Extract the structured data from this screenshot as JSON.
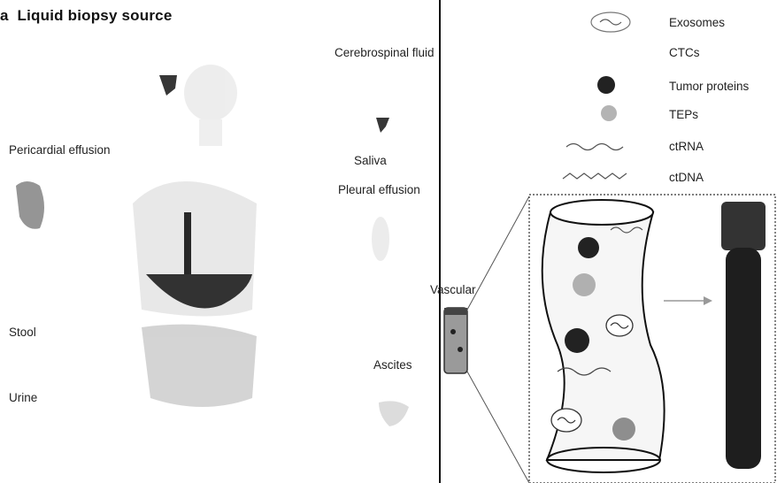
{
  "figure": {
    "panel_letter": "a",
    "title": "Liquid biopsy source"
  },
  "body_labels": {
    "cerebrospinal_fluid": "Cerebrospinal fluid",
    "pericardial_effusion": "Pericardial effusion",
    "saliva": "Saliva",
    "pleural_effusion": "Pleural effusion",
    "vascular": "Vascular",
    "stool": "Stool",
    "ascites": "Ascites",
    "urine": "Urine"
  },
  "legend": {
    "items": [
      {
        "label": "Exosomes",
        "icon": "exosome-icon"
      },
      {
        "label": "CTCs",
        "icon": "ctc-icon"
      },
      {
        "label": "Tumor proteins",
        "icon": "tumor-protein-icon"
      },
      {
        "label": "TEPs",
        "icon": "tep-icon"
      },
      {
        "label": "ctRNA",
        "icon": "ctrna-icon"
      },
      {
        "label": "ctDNA",
        "icon": "ctdna-icon"
      }
    ]
  }
}
